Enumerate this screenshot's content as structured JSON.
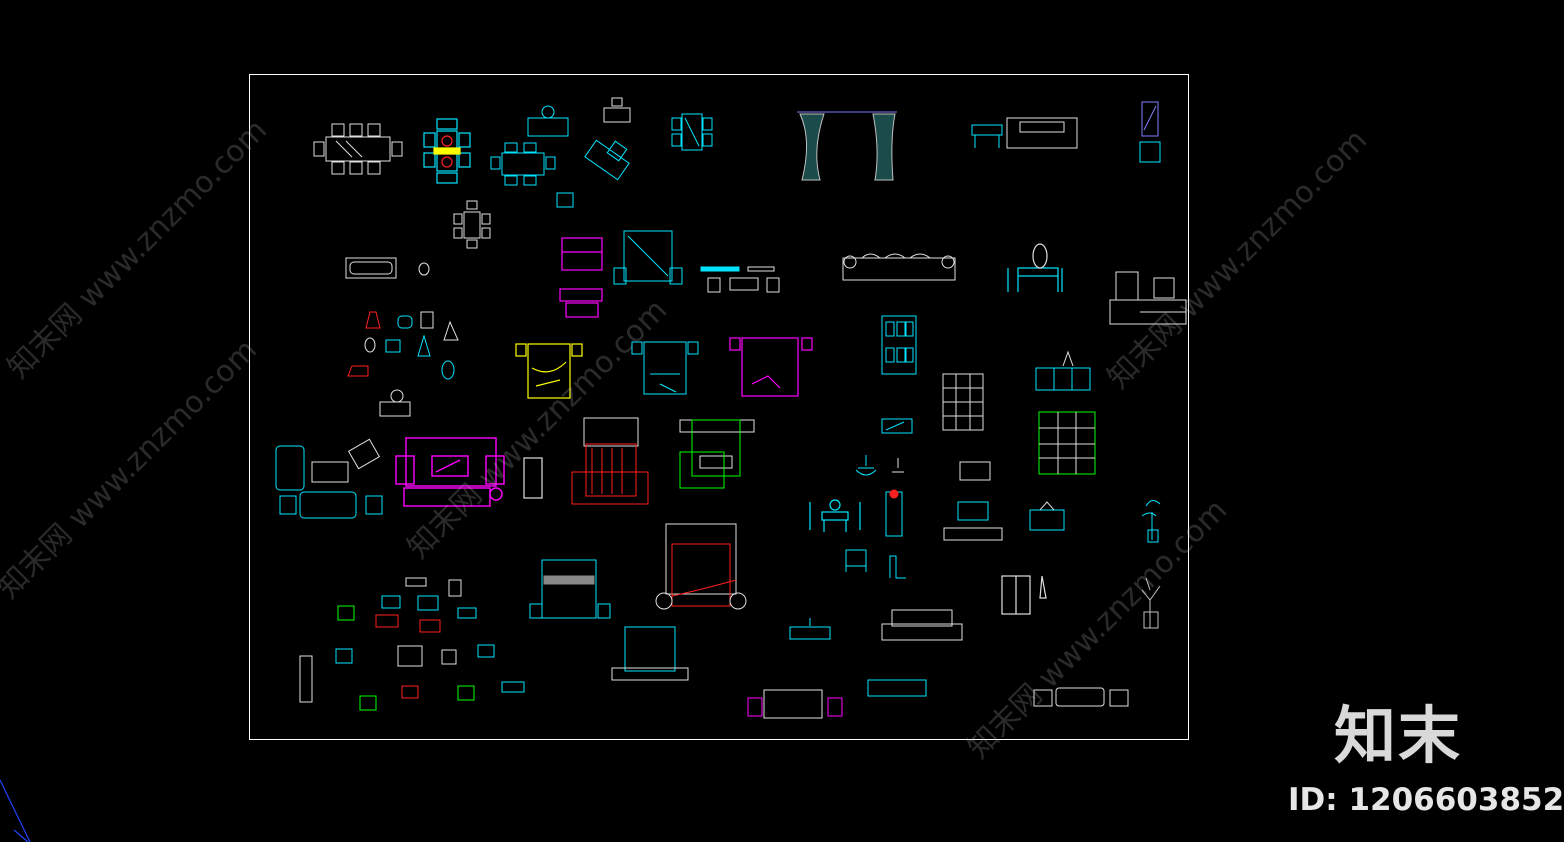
{
  "watermark": {
    "logo_text": "知末",
    "id_text": "ID: 1206603852",
    "diagonal_text": "知末网 www.znzmo.com"
  },
  "colors": {
    "background": "#000000",
    "frame": "#ffffff",
    "white": "#e0e0e0",
    "cyan": "#00e5ff",
    "magenta": "#ff00ff",
    "yellow": "#ffff00",
    "red": "#ff2020",
    "green": "#00ff00",
    "teal": "#3fb0a8",
    "blue": "#2040ff"
  },
  "icons": [
    "dining-table-icon",
    "round-table-icon",
    "bed-icon",
    "sofa-icon",
    "curtain-icon",
    "wardrobe-icon",
    "chandelier-icon",
    "plant-icon",
    "bathtub-icon",
    "tv-cabinet-icon",
    "chair-icon",
    "appliance-icon"
  ]
}
